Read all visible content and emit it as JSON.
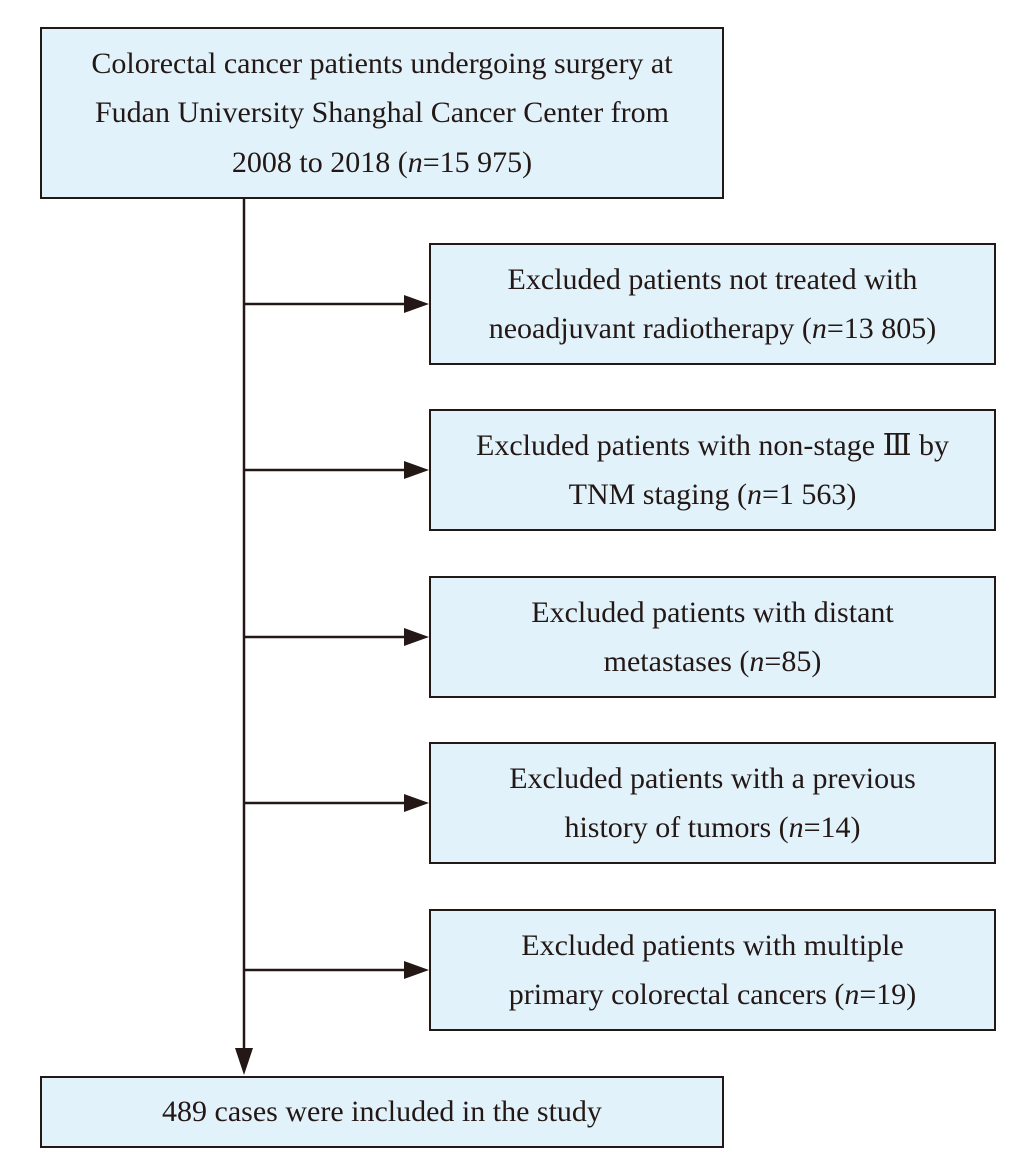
{
  "start_box": {
    "line1": "Colorectal cancer patients undergoing surgery at",
    "line2": "Fudan University Shanghal Cancer Center from",
    "line3_pre": "2008 to 2018 (",
    "n_symbol": "n",
    "line3_post": "=15 975)"
  },
  "exclusions": [
    {
      "line1": "Excluded patients not treated with",
      "line2_pre": "neoadjuvant radiotherapy (",
      "n_symbol": "n",
      "line2_post": "=13 805)"
    },
    {
      "line1": "Excluded patients with non-stage Ⅲ by",
      "line2_pre": "TNM staging (",
      "n_symbol": "n",
      "line2_post": "=1 563)"
    },
    {
      "line1": "Excluded patients with distant",
      "line2_pre": "metastases (",
      "n_symbol": "n",
      "line2_post": "=85)"
    },
    {
      "line1": "Excluded patients with a previous",
      "line2_pre": "history of tumors (",
      "n_symbol": "n",
      "line2_post": "=14)"
    },
    {
      "line1": "Excluded patients with multiple",
      "line2_pre": "primary colorectal cancers (",
      "n_symbol": "n",
      "line2_post": "=19)"
    }
  ],
  "end_box": {
    "text": "489 cases were included in the study"
  },
  "colors": {
    "box_fill": "#e2f2fb",
    "stroke": "#231815"
  }
}
